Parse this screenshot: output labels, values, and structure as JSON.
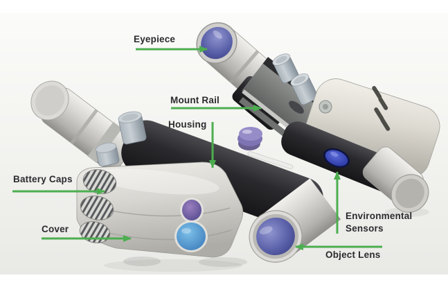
{
  "diagram": {
    "labels": {
      "eyepiece": "Eyepiece",
      "mount_rail": "Mount Rail",
      "housing": "Housing",
      "battery_caps": "Battery Caps",
      "cover": "Cover",
      "environmental_sensors": "Environmental Sensors",
      "object_lens": "Object Lens"
    },
    "colors": {
      "arrow": "#4cae4f",
      "label_text": "#2b2b2e",
      "lens_slate_blue": "#5a60a8",
      "lens_purple": "#7a63ab",
      "lens_cyan_blue": "#4a93cc",
      "sensor_blue": "#3040b0",
      "housing_black": "#1f1f22",
      "body_gray": "#d9d7d1"
    }
  }
}
